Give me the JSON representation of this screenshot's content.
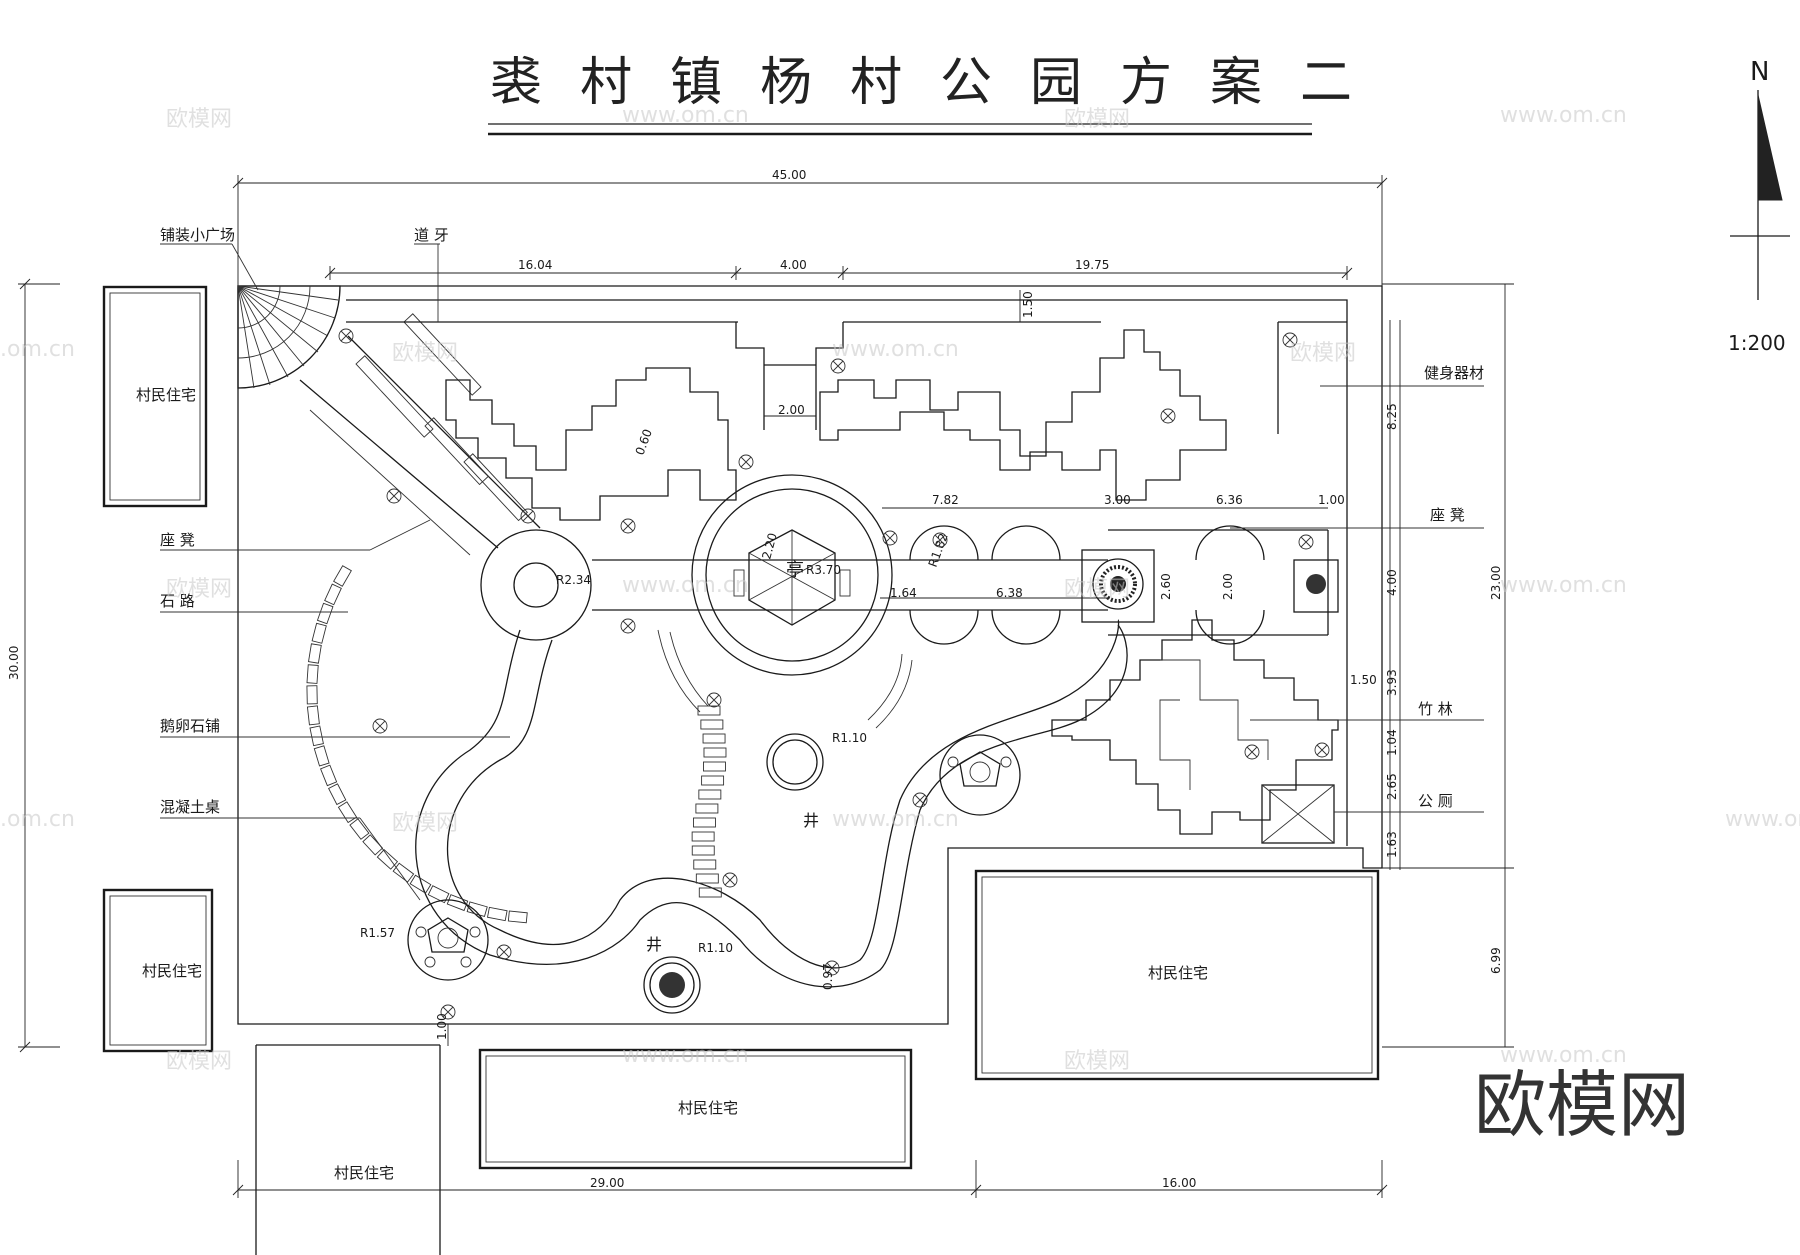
{
  "title": "裘村镇杨村公园方案二",
  "north": "N",
  "scale": "1:200",
  "brand": "欧模网",
  "watermark_cn": "欧模网",
  "watermark_url": "www.om.cn",
  "watermark_domain": ".om.cn",
  "dims": {
    "overall_width": "45.00",
    "overall_height": "30.00",
    "top_left": "16.04",
    "top_mid": "4.00",
    "top_right": "19.75",
    "top_band": "1.50",
    "path_width": "2.00",
    "step_small": "0.60",
    "bench_row_1": "7.82",
    "bench_row_2": "3.00",
    "bench_row_3": "6.36",
    "bench_row_4": "1.00",
    "plaza_r": "R2.34",
    "pavilion_r": "R3.70",
    "pavilion_side": "2.20",
    "arc_r": "R1.82",
    "path_a": "1.64",
    "path_b": "6.38",
    "fountain_w": "2.60",
    "fountain_w2": "2.00",
    "right_825": "8.25",
    "right_400": "4.00",
    "right_393": "3.93",
    "right_150": "1.50",
    "right_104": "1.04",
    "right_265": "2.65",
    "right_163": "1.63",
    "right_2300": "23.00",
    "right_699": "6.99",
    "well_r1": "R1.10",
    "well_r2": "R1.10",
    "pit_r": "R1.57",
    "gap_097": "0.97",
    "gap_100": "1.00",
    "bottom_left": "29.00",
    "bottom_right": "16.00"
  },
  "labels": {
    "paved_plaza": "铺装小广场",
    "curb": "道 牙",
    "bench_left": "座 凳",
    "stone_path": "石 路",
    "pebble": "鹅卵石铺",
    "concrete_table": "混凝土桌",
    "fitness": "健身器材",
    "bench_right": "座 凳",
    "bamboo": "竹  林",
    "toilet": "公  厕",
    "pavilion": "亭",
    "well1": "井",
    "well2": "井",
    "house_tl": "村民住宅",
    "house_bl": "村民住宅",
    "house_br": "村民住宅",
    "house_bm": "村民住宅",
    "house_bottom": "村民住宅"
  }
}
